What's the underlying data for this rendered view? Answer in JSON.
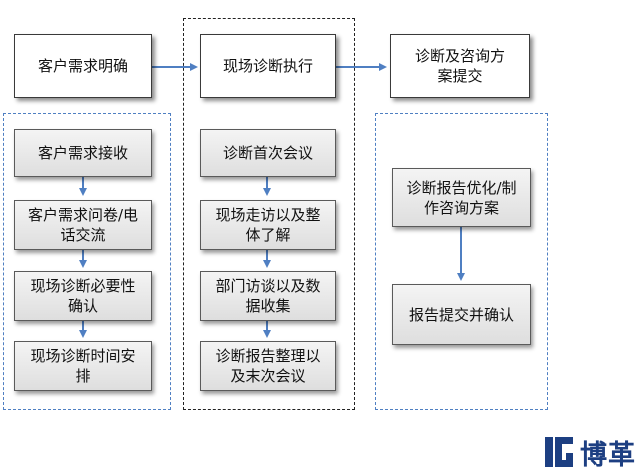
{
  "header": {
    "stage1": "客户需求明确",
    "stage2": "现场诊断执行",
    "stage3": "诊断及咨询方案提交"
  },
  "column1": {
    "steps": [
      "客户需求接收",
      "客户需求问卷/电话交流",
      "现场诊断必要性确认",
      "现场诊断时间安排"
    ]
  },
  "column2": {
    "steps": [
      "诊断首次会议",
      "现场走访以及整体了解",
      "部门访谈以及数据收集",
      "诊断报告整理以及末次会议"
    ]
  },
  "column3": {
    "steps": [
      "诊断报告优化/制作咨询方案",
      "报告提交并确认"
    ]
  },
  "brand": {
    "name": "博革"
  },
  "colors": {
    "arrow": "#4f7fc2",
    "group_border": "#4f7fc2",
    "logo": "#1d3f82"
  }
}
